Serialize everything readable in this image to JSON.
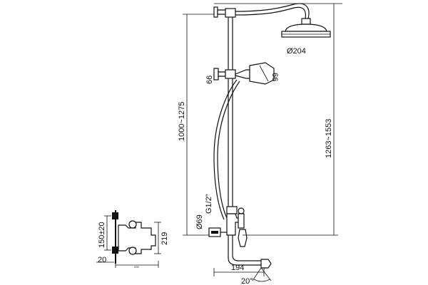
{
  "dimensions": {
    "shower_head_diameter": "Ø204",
    "hand_shower_size": "66",
    "holder_size": "66",
    "slide_height": "1000~1275",
    "total_height": "1263~1553",
    "flange_diameter": "Ø69",
    "thread": "G1/2\"",
    "spout_length": "194",
    "spout_angle": "20°",
    "inlet_centers": "150±20",
    "mixer_height": "219",
    "side_depth": "20",
    "side_width": "200"
  }
}
